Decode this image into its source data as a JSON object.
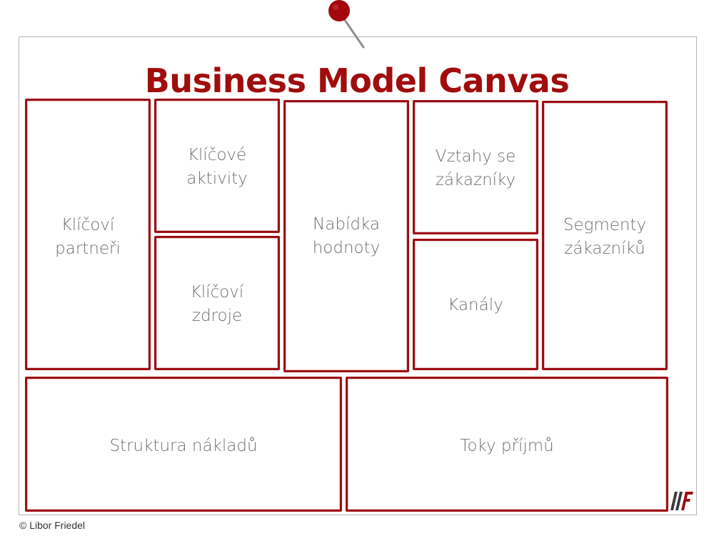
{
  "title": "Business Model Canvas",
  "blocks": {
    "key_partners": "Klíčoví\npartneři",
    "key_activities": "Klíčové\naktivity",
    "key_resources": "Klíčoví\nzdroje",
    "value_proposition": "Nabídka\nhodnoty",
    "customer_relationships": "Vztahy se\nzákazníky",
    "channels": "Kanály",
    "customer_segments": "Segmenty\nzákazníků",
    "cost_structure": "Struktura nákladů",
    "revenue_streams": "Toky příjmů"
  },
  "copyright": "© Libor Friedel",
  "colors": {
    "accent": "#9d0c12",
    "title": "#a00d0d",
    "label": "#707070",
    "pin": "#a3070c"
  },
  "icons": [
    "push-pin-icon",
    "logo-icon"
  ]
}
